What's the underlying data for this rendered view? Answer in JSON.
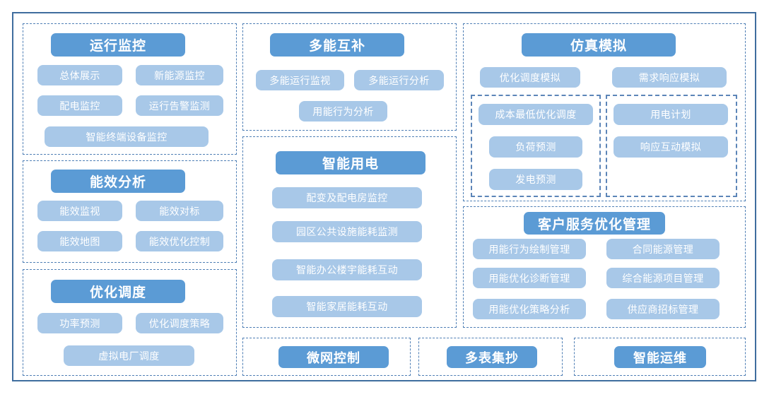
{
  "diagram": {
    "title_banner_color": "#5B9BD5",
    "item_chip_color": "#A8C8E8",
    "panel_border_color": "#4f7fb5",
    "outer_border_color": "#3f6D9E",
    "panels": [
      {
        "id": "operation-monitoring",
        "title": "运行监控",
        "items": [
          "总体展示",
          "新能源监控",
          "配电监控",
          "运行告警监测",
          "智能终端设备监控"
        ]
      },
      {
        "id": "energy-efficiency-analysis",
        "title": "能效分析",
        "items": [
          "能效监视",
          "能效对标",
          "能效地图",
          "能效优化控制"
        ]
      },
      {
        "id": "optimal-dispatch",
        "title": "优化调度",
        "items": [
          "功率预测",
          "优化调度策略",
          "虚拟电厂调度"
        ]
      },
      {
        "id": "multi-energy-complementary",
        "title": "多能互补",
        "items": [
          "多能运行监视",
          "多能运行分析",
          "用能行为分析"
        ]
      },
      {
        "id": "smart-electricity-use",
        "title": "智能用电",
        "items": [
          "配变及配电房监控",
          "园区公共设施能耗监测",
          "智能办公楼宇能耗互动",
          "智能家居能耗互动"
        ]
      },
      {
        "id": "simulation",
        "title": "仿真模拟",
        "items": [
          "优化调度模拟",
          "需求响应模拟"
        ],
        "subgroups": [
          {
            "id": "dispatch-simulation-group",
            "items": [
              "成本最低优化调度",
              "负荷预测",
              "发电预测"
            ]
          },
          {
            "id": "demand-response-group",
            "items": [
              "用电计划",
              "响应互动模拟"
            ]
          }
        ]
      },
      {
        "id": "customer-service-optimization",
        "title": "客户服务优化管理",
        "items": [
          "用能行为绘制管理",
          "合同能源管理",
          "用能优化诊断管理",
          "综合能源项目管理",
          "用能优化策略分析",
          "供应商招标管理"
        ]
      },
      {
        "id": "microgrid-control",
        "title": "微网控制",
        "items": []
      },
      {
        "id": "multi-meter-reading",
        "title": "多表集抄",
        "items": []
      },
      {
        "id": "smart-operation-maintenance",
        "title": "智能运维",
        "items": []
      }
    ]
  }
}
